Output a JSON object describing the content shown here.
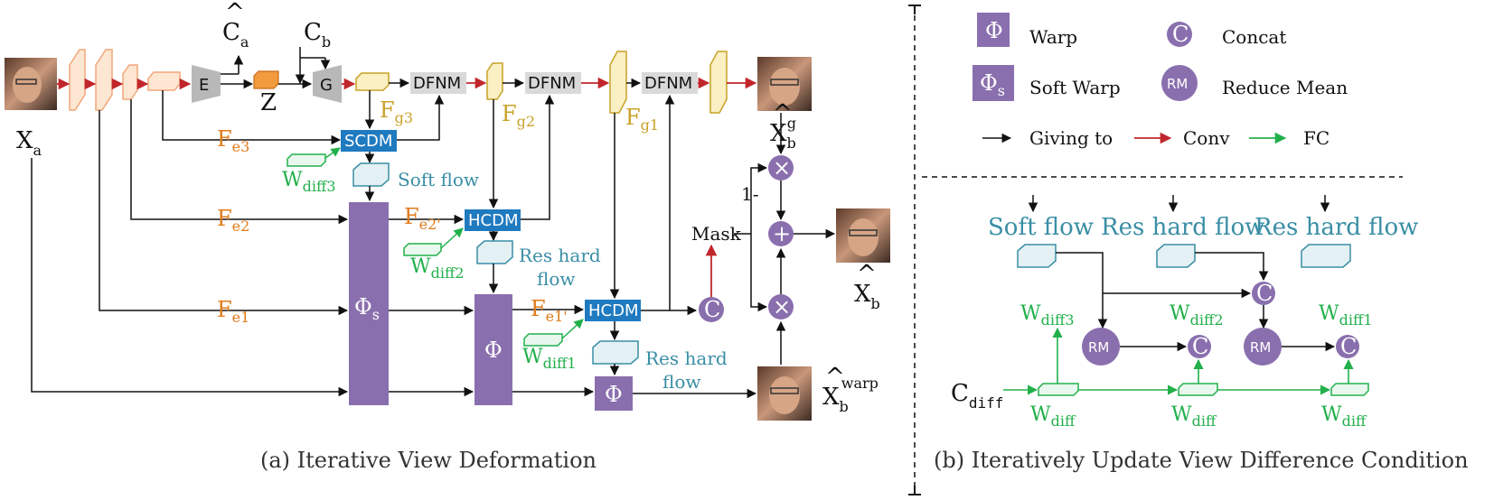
{
  "panel_a": {
    "caption": "(a) Iterative View Deformation",
    "input_label_main": "X",
    "input_label_sub": "a",
    "ca_main": "C",
    "ca_sub": "a",
    "cb_main": "C",
    "cb_sub": "b",
    "encoder": "E",
    "generator": "G",
    "z": "Z",
    "fe3": "F",
    "fe3_sub": "e3",
    "fe2": "F",
    "fe2_sub": "e2",
    "fe1": "F",
    "fe1_sub": "e1",
    "fe2p": "F",
    "fe2p_sub": "e2'",
    "fe1p": "F",
    "fe1p_sub": "e1'",
    "fg3": "F",
    "fg3_sub": "g3",
    "fg2": "F",
    "fg2_sub": "g2",
    "fg1": "F",
    "fg1_sub": "g1",
    "dfnm": "DFNM",
    "scdm": "SCDM",
    "hcdm": "HCDM",
    "wdiff3": "W",
    "wdiff3_sub": "diff3",
    "wdiff2": "W",
    "wdiff2_sub": "diff2",
    "wdiff1": "W",
    "wdiff1_sub": "diff1",
    "soft_flow": "Soft flow",
    "res_hard_flow_1": "Res hard",
    "res_hard_flow_2": "flow",
    "phi_s": "Φ",
    "phi_s_sub": "s",
    "phi": "Φ",
    "mask": "Mask",
    "one_minus": "1-",
    "times": "×",
    "plus": "+",
    "concat": "C",
    "xbg_main": "X",
    "xbg_sub": "b",
    "xbg_sup": "g",
    "xb_main": "X",
    "xb_sub": "b",
    "xbwarp_main": "X",
    "xbwarp_sub": "b",
    "xbwarp_sup": "warp"
  },
  "legend": {
    "warp": "Warp",
    "soft_warp": "Soft Warp",
    "concat": "Concat",
    "reduce_mean": "Reduce Mean",
    "rm": "RM",
    "giving_to": "Giving to",
    "conv": "Conv",
    "fc": "FC",
    "phi": "Φ",
    "phi_s": "Φ",
    "phi_s_sub": "s",
    "c": "C"
  },
  "panel_b": {
    "caption": "(b) Iteratively Update View Difference Condition",
    "soft_flow": "Soft flow",
    "res_hard_flow": "Res hard flow",
    "wdiff3": "W",
    "wdiff3_sub": "diff3",
    "wdiff2": "W",
    "wdiff2_sub": "diff2",
    "wdiff1": "W",
    "wdiff1_sub": "diff1",
    "wdiff": "W",
    "wdiff_sub": "diff",
    "cdiff": "C",
    "cdiff_sub": "diff",
    "rm": "RM",
    "c": "C"
  },
  "colors": {
    "purple": "#8a6fae",
    "blue": "#1f7ac0",
    "orange": "#e07b1a",
    "gold": "#c8a227",
    "green": "#22b04b",
    "red": "#c0262b",
    "teal": "#3a8ea5"
  }
}
